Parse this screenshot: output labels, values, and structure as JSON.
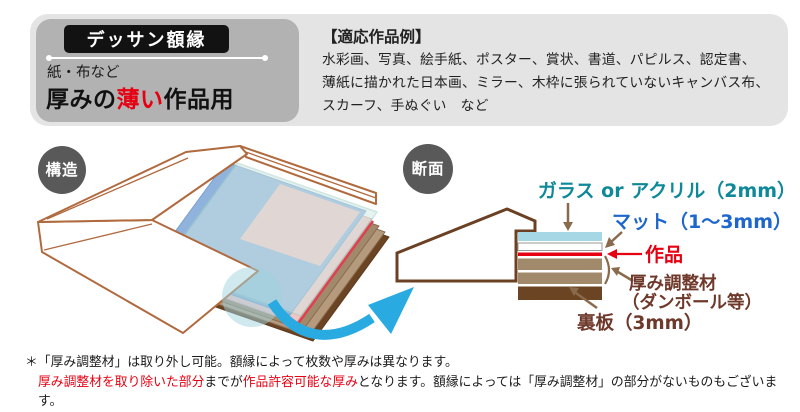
{
  "header": {
    "badge_title": "デッサン額縁",
    "subtitle_small": "紙・布など",
    "subtitle_bold_pre": "厚みの",
    "subtitle_bold_red": "薄い",
    "subtitle_bold_post": "作品用",
    "examples_title": "【適応作品例】",
    "examples_lines": [
      "水彩画、写真、絵手紙、ポスター、賞状、書道、パピルス、認定書、",
      "薄紙に描かれた日本画、ミラー、木枠に張られていないキャンバス布、",
      "スカーフ、手ぬぐい　など"
    ]
  },
  "diagram": {
    "structure_badge": "構造",
    "section_badge": "断面",
    "labels": {
      "glass": "ガラス or アクリル（2mm）",
      "mat": "マット（1～3mm）",
      "artwork": "作品",
      "spacer_line1": "厚み調整材",
      "spacer_line2": "（ダンボール等）",
      "backboard": "裏板（3mm）"
    },
    "colors": {
      "glass": "#a5d7e4",
      "mat_blue": "#8fb3dc",
      "artwork_pink": "#f2c5c5",
      "work_red": "#e60012",
      "spacer_tan": "#a1896c",
      "backboard_brown": "#6b4423",
      "frame_outline": "#b06a3e",
      "section_outline": "#6b4023",
      "arrow_blue": "#29abe2",
      "label_teal": "#0f8999",
      "label_blue": "#1c66cc",
      "label_brown": "#6e392b",
      "arrow_brown": "#8a6a4c",
      "badge_gray": "#595959"
    }
  },
  "footnote": {
    "line1": "＊「厚み調整材」は取り外し可能。額縁によって枚数や厚みは異なります。",
    "line2_red1": "厚み調整材を取り除いた部分",
    "line2_black1": "までが",
    "line2_red2": "作品許容可能な厚み",
    "line2_black2": "となります。額縁によっては「厚み調整材」の部分がないものもございます。"
  }
}
